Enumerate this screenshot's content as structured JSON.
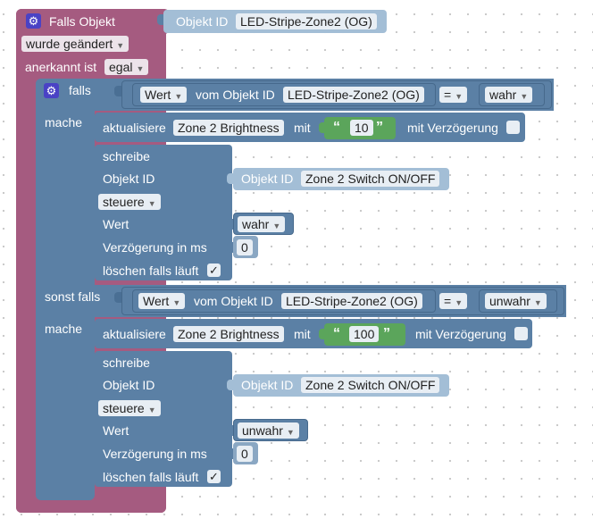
{
  "event": {
    "title": "Falls Objekt",
    "obj_label": "Objekt ID",
    "obj_value": "LED-Stripe-Zone2 (OG)",
    "trigger": "wurde geändert",
    "ack_label": "anerkannt ist",
    "ack_value": "egal"
  },
  "if_block": {
    "if_label": "falls",
    "do_label": "mache",
    "elseif_label": "sonst falls"
  },
  "cond1": {
    "prop": "Wert",
    "from_label": "vom Objekt ID",
    "obj": "LED-Stripe-Zone2 (OG)",
    "op": "=",
    "value": "wahr"
  },
  "cond2": {
    "prop": "Wert",
    "from_label": "vom Objekt ID",
    "obj": "LED-Stripe-Zone2 (OG)",
    "op": "=",
    "value": "unwahr"
  },
  "update1": {
    "label": "aktualisiere",
    "target": "Zone 2 Brightness",
    "with_label": "mit",
    "value": "10",
    "delay_label": "mit Verzögerung"
  },
  "update2": {
    "label": "aktualisiere",
    "target": "Zone 2 Brightness",
    "with_label": "mit",
    "value": "100",
    "delay_label": "mit Verzögerung"
  },
  "write1": {
    "title": "schreibe",
    "obj_label": "Objekt ID",
    "obj_field_label": "Objekt ID",
    "obj_value": "Zone 2 Switch ON/OFF",
    "mode": "steuere",
    "value_label": "Wert",
    "value": "wahr",
    "delay_label": "Verzögerung in ms",
    "delay": "0",
    "clear_label": "löschen falls läuft",
    "check": "✓"
  },
  "write2": {
    "title": "schreibe",
    "obj_label": "Objekt ID",
    "obj_field_label": "Objekt ID",
    "obj_value": "Zone 2 Switch ON/OFF",
    "mode": "steuere",
    "value_label": "Wert",
    "value": "unwahr",
    "delay_label": "Verzögerung in ms",
    "delay": "0",
    "clear_label": "löschen falls läuft",
    "check": "✓"
  },
  "icons": {
    "gear": "⚙",
    "quote_open": "“",
    "quote_close": "”",
    "dropdown": "▼"
  },
  "colors": {
    "event_block": "#a55b80",
    "logic_block": "#5b80a5",
    "value_block": "#5ba55b",
    "gear_icon": "#4a42c5"
  }
}
